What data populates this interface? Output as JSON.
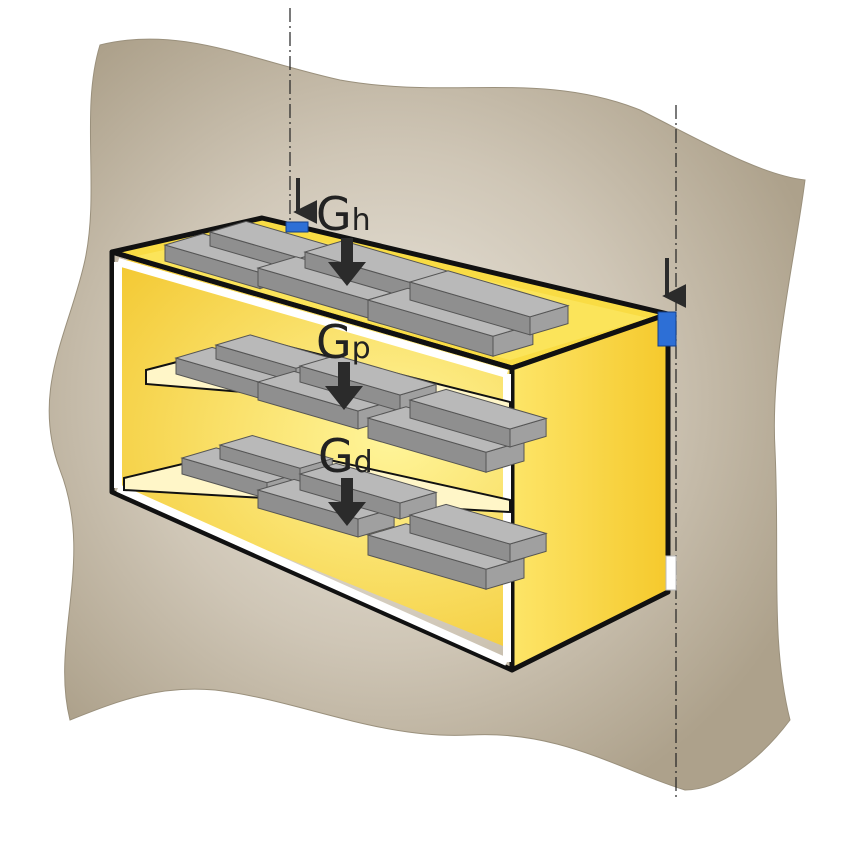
{
  "labels": {
    "load_1": {
      "main": "G",
      "sub": "h"
    },
    "load_2": {
      "main": "G",
      "sub": "p"
    },
    "load_3": {
      "main": "G",
      "sub": "d"
    }
  },
  "colors": {
    "wall": "#b5ab98",
    "cabinet": "#f7d43a",
    "cabinet_light": "#fff176",
    "tray": "#a8a8a8",
    "bracket": "#2d6fd6",
    "arrow": "#2b2b2b"
  },
  "icons": {
    "load_arrow": "down-arrow-icon",
    "mount_bracket": "bracket-icon"
  }
}
